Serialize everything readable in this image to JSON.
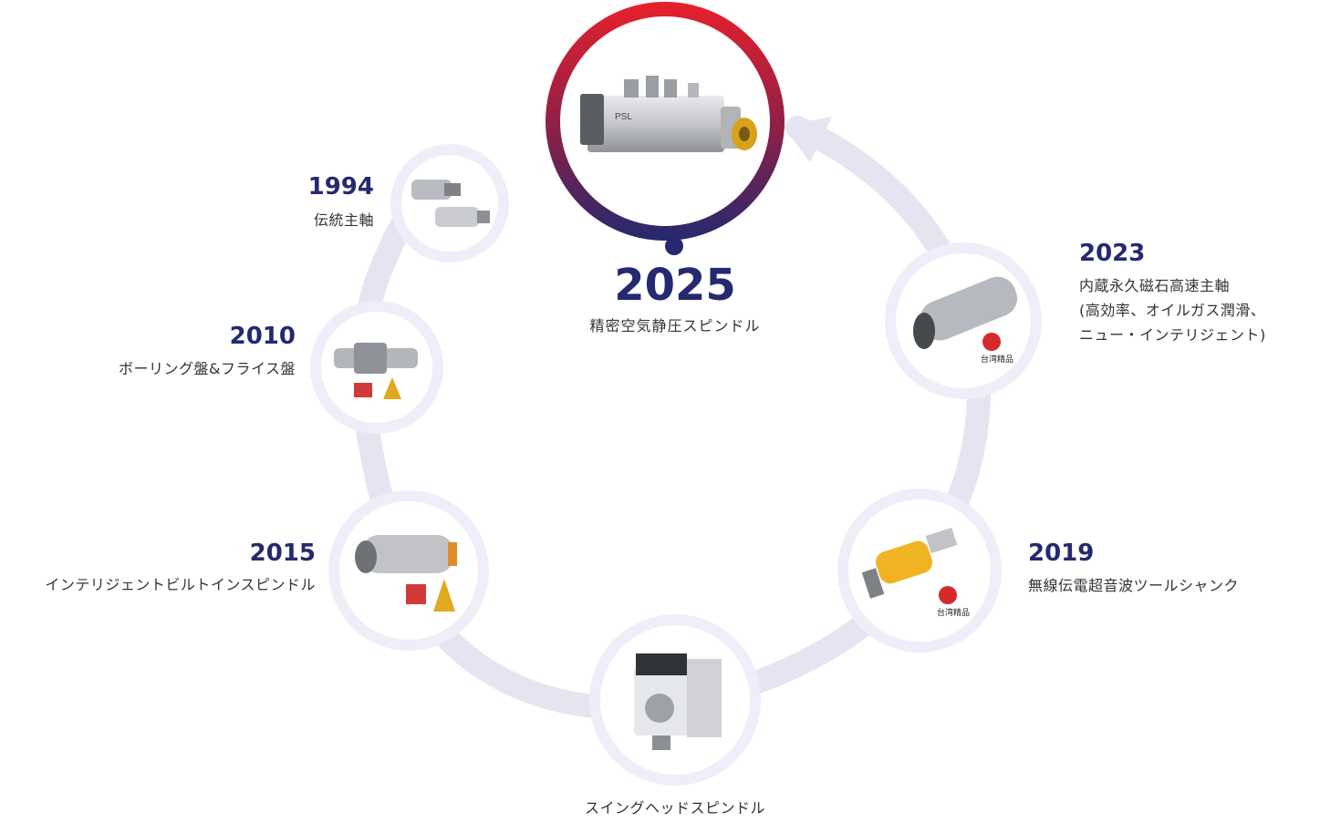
{
  "featured": {
    "year": "2025",
    "description": "精密空気静圧スピンドル",
    "product_logo": "PSL"
  },
  "milestones": [
    {
      "id": "1994",
      "year": "1994",
      "description": "伝統主軸"
    },
    {
      "id": "2010",
      "year": "2010",
      "description": "ボーリング盤&フライス盤"
    },
    {
      "id": "2015",
      "year": "2015",
      "description": "インテリジェントビルトインスピンドル"
    },
    {
      "id": "swing",
      "year": "",
      "description": "スイングヘッドスピンドル"
    },
    {
      "id": "2019",
      "year": "2019",
      "description": "無線伝電超音波ツールシャンク"
    },
    {
      "id": "2023",
      "year": "2023",
      "description_lines": [
        "内蔵永久磁石高速主軸",
        "(高効率、オイルガス潤滑、",
        "ニュー・インテリジェント)"
      ]
    }
  ],
  "badges": {
    "taiwan_excellence": "台湾精品"
  },
  "colors": {
    "navy": "#25296f",
    "ring": "#e4e5f1",
    "gradient_top": "#e8202c",
    "gradient_bottom": "#25296f"
  }
}
